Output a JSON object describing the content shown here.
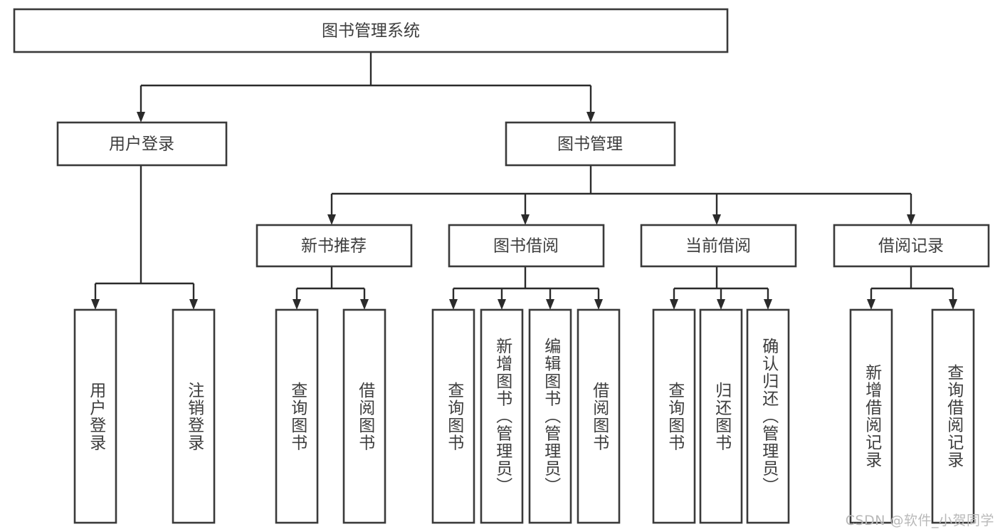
{
  "diagram": {
    "type": "tree-hierarchy",
    "title": "图书管理系统",
    "orientation": "top-down",
    "watermark": "CSDN @软件_小贺同学",
    "colors": {
      "box_fill": "#ffffff",
      "box_stroke": "#3a3a3a",
      "connector": "#2b2b2b",
      "text": "#3d3d3d",
      "watermark": "#b9b9b9",
      "background": "#ffffff"
    },
    "nodes": {
      "root": {
        "label": "图书管理系统",
        "level": 0,
        "orientation": "horizontal"
      },
      "l1": [
        {
          "id": "user-login",
          "label": "用户登录",
          "level": 1,
          "orientation": "horizontal"
        },
        {
          "id": "book-manage",
          "label": "图书管理",
          "level": 1,
          "orientation": "horizontal"
        }
      ],
      "l2": [
        {
          "id": "new-book-rec",
          "label": "新书推荐",
          "level": 2,
          "orientation": "horizontal",
          "parent": "book-manage"
        },
        {
          "id": "book-borrow",
          "label": "图书借阅",
          "level": 2,
          "orientation": "horizontal",
          "parent": "book-manage"
        },
        {
          "id": "current-borrow",
          "label": "当前借阅",
          "level": 2,
          "orientation": "horizontal",
          "parent": "book-manage"
        },
        {
          "id": "borrow-record",
          "label": "借阅记录",
          "level": 2,
          "orientation": "horizontal",
          "parent": "book-manage"
        }
      ],
      "leaves": [
        {
          "id": "leaf-user-login",
          "label": "用户登录",
          "parent": "user-login",
          "orientation": "vertical"
        },
        {
          "id": "leaf-user-logout",
          "label": "注销登录",
          "parent": "user-login",
          "orientation": "vertical"
        },
        {
          "id": "leaf-query-book-1",
          "label": "查询图书",
          "parent": "new-book-rec",
          "orientation": "vertical"
        },
        {
          "id": "leaf-borrow-book-1",
          "label": "借阅图书",
          "parent": "new-book-rec",
          "orientation": "vertical"
        },
        {
          "id": "leaf-query-book-2",
          "label": "查询图书",
          "parent": "book-borrow",
          "orientation": "vertical"
        },
        {
          "id": "leaf-add-book",
          "label": "新增图书（管理员）",
          "parent": "book-borrow",
          "orientation": "vertical"
        },
        {
          "id": "leaf-edit-book",
          "label": "编辑图书（管理员）",
          "parent": "book-borrow",
          "orientation": "vertical"
        },
        {
          "id": "leaf-borrow-book-2",
          "label": "借阅图书",
          "parent": "book-borrow",
          "orientation": "vertical"
        },
        {
          "id": "leaf-query-book-3",
          "label": "查询图书",
          "parent": "current-borrow",
          "orientation": "vertical"
        },
        {
          "id": "leaf-return-book",
          "label": "归还图书",
          "parent": "current-borrow",
          "orientation": "vertical"
        },
        {
          "id": "leaf-confirm-return",
          "label": "确认归还（管理员）",
          "parent": "current-borrow",
          "orientation": "vertical"
        },
        {
          "id": "leaf-add-record",
          "label": "新增借阅记录",
          "parent": "borrow-record",
          "orientation": "vertical"
        },
        {
          "id": "leaf-query-record",
          "label": "查询借阅记录",
          "parent": "borrow-record",
          "orientation": "vertical"
        }
      ]
    }
  }
}
